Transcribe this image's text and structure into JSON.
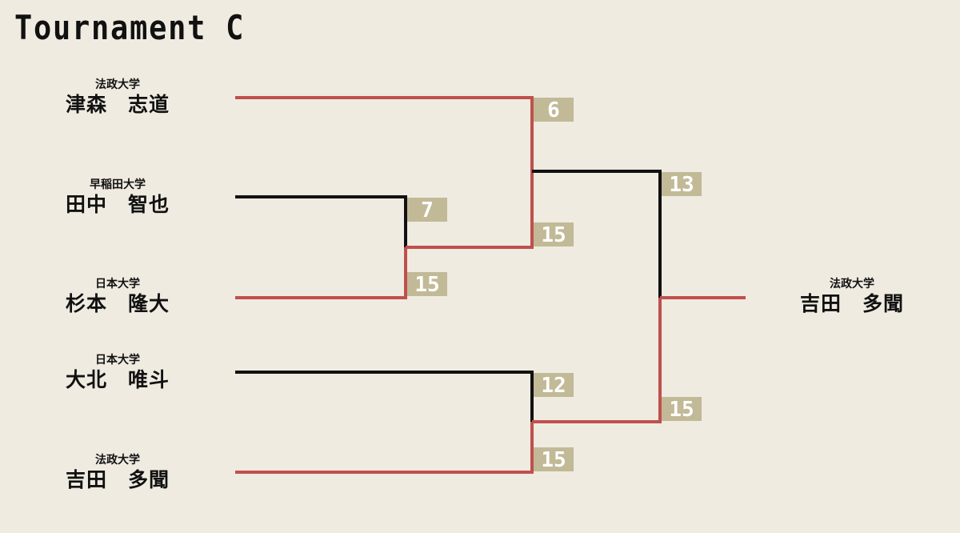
{
  "title": "Tournament C",
  "colors": {
    "background": "#efebe1",
    "winner_line": "#c0504d",
    "loser_line": "#111111",
    "score_box": "#c2b997"
  },
  "players": [
    {
      "univ": "法政大学",
      "name": "津森　志道"
    },
    {
      "univ": "早稲田大学",
      "name": "田中　智也"
    },
    {
      "univ": "日本大学",
      "name": "杉本　隆大"
    },
    {
      "univ": "日本大学",
      "name": "大北　唯斗"
    },
    {
      "univ": "法政大学",
      "name": "吉田　多聞"
    }
  ],
  "champion": {
    "univ": "法政大学",
    "name": "吉田　多聞"
  },
  "matches": [
    {
      "round": 1,
      "player_a": "田中　智也",
      "score_a": "7",
      "player_b": "杉本　隆大",
      "score_b": "15",
      "winner": "杉本　隆大"
    },
    {
      "round": 1,
      "player_a": "大北　唯斗",
      "score_a": "12",
      "player_b": "吉田　多聞",
      "score_b": "15",
      "winner": "吉田　多聞"
    },
    {
      "round": 2,
      "player_a": "津森　志道",
      "score_a": "6",
      "player_b": "杉本　隆大",
      "score_b": "15",
      "winner": "杉本　隆大"
    },
    {
      "round": 3,
      "player_a": "杉本　隆大",
      "score_a": "13",
      "player_b": "吉田　多聞",
      "score_b": "15",
      "winner": "吉田　多聞"
    }
  ]
}
